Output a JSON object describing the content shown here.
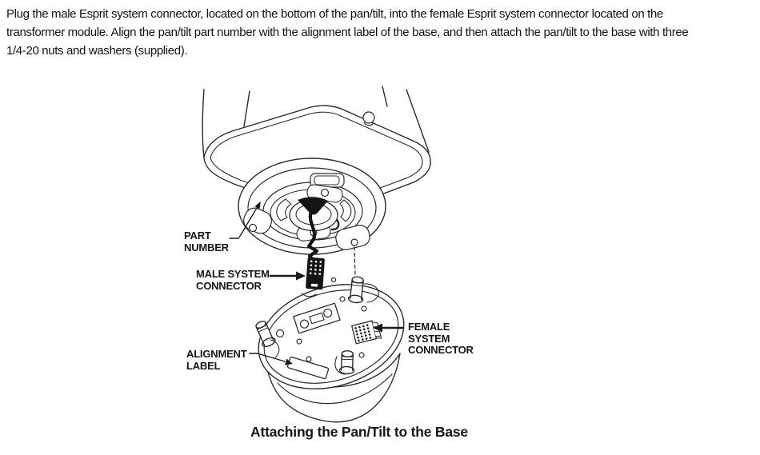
{
  "page": {
    "background": "#ffffff",
    "text_color": "#161616",
    "line_color": "#2b2b2b"
  },
  "instructions": {
    "paragraph": "Plug the male Esprit system connector, located on the bottom of the pan/tilt, into the female Esprit system connector located on the\ntransformer module. Align the pan/tilt part number with the alignment label of the base, and then attach the pan/tilt to the base with three\n1/4-20 nuts and washers (supplied)."
  },
  "diagram": {
    "callouts": {
      "part_number": {
        "line1": "PART",
        "line2": "NUMBER"
      },
      "male_system_connector": {
        "line1": "MALE SYSTEM",
        "line2": "CONNECTOR"
      },
      "female_system_connector": {
        "line1": "FEMALE",
        "line2": "SYSTEM",
        "line3": "CONNECTOR"
      },
      "alignment_label": {
        "line1": "ALIGNMENT",
        "line2": "LABEL"
      }
    },
    "caption": "Attaching the Pan/Tilt to the Base"
  }
}
